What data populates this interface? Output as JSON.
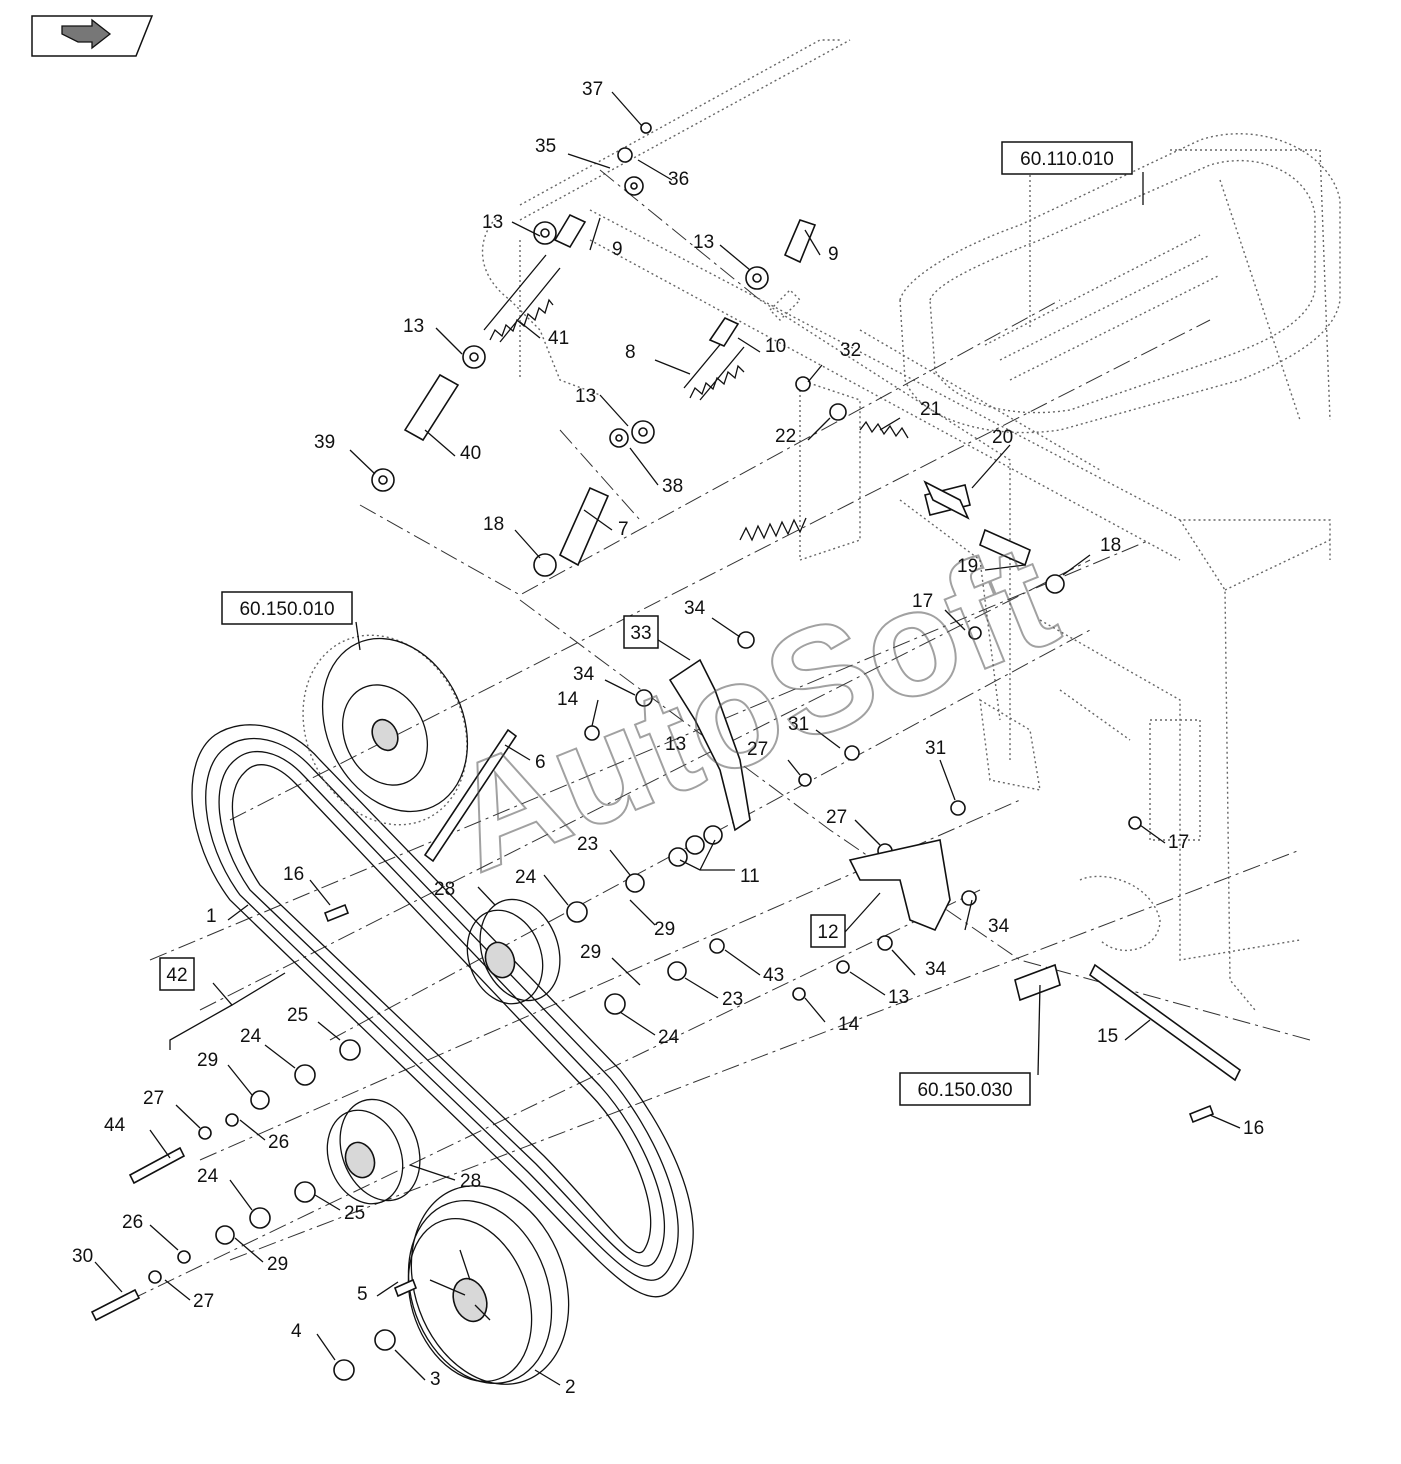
{
  "nav": {
    "back_icon": "return-arrow-icon"
  },
  "reference_boxes": [
    {
      "id": "ref-60-110-010",
      "label": "60.110.010"
    },
    {
      "id": "ref-60-150-010",
      "label": "60.150.010"
    },
    {
      "id": "ref-60-150-030",
      "label": "60.150.030"
    },
    {
      "id": "ref-33",
      "label": "33"
    },
    {
      "id": "ref-12",
      "label": "12"
    },
    {
      "id": "ref-42",
      "label": "42"
    }
  ],
  "callouts": [
    "37",
    "35",
    "36",
    "13",
    "9",
    "13",
    "9",
    "13",
    "41",
    "8",
    "10",
    "32",
    "21",
    "22",
    "13",
    "39",
    "40",
    "38",
    "20",
    "18",
    "7",
    "19",
    "18",
    "17",
    "34",
    "34",
    "14",
    "13",
    "6",
    "31",
    "27",
    "31",
    "27",
    "23",
    "11",
    "16",
    "24",
    "28",
    "29",
    "1",
    "29",
    "23",
    "43",
    "34",
    "13",
    "14",
    "24",
    "25",
    "24",
    "29",
    "27",
    "44",
    "26",
    "28",
    "24",
    "25",
    "26",
    "30",
    "29",
    "27",
    "5",
    "4",
    "3",
    "2",
    "15",
    "16",
    "34",
    "17"
  ],
  "watermark": "AutoSoft"
}
